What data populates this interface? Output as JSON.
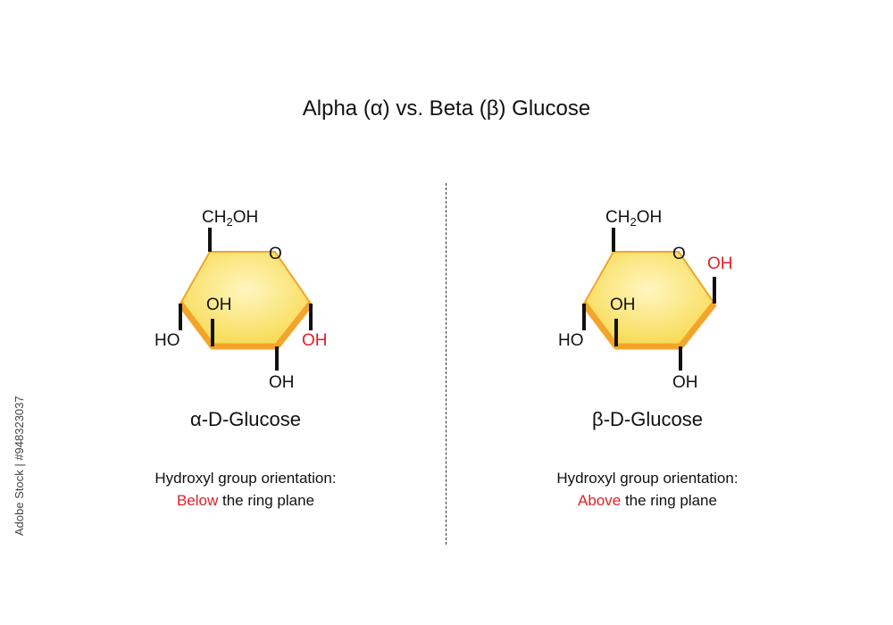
{
  "title": "Alpha (α) vs. Beta (β) Glucose",
  "colors": {
    "ring_fill": "#fde87a",
    "ring_edge": "#f2a52a",
    "highlight": "#e0202b"
  },
  "alpha": {
    "labels": {
      "ch2oh": "CH",
      "ch2oh_sub": "2",
      "ch2oh_tail": "OH",
      "o": "O",
      "oh_inner": "OH",
      "ho_left": "HO",
      "oh_c1": "OH",
      "oh_bottom": "OH"
    },
    "name": "α-D-Glucose",
    "orientation_line1": "Hydroxyl group orientation:",
    "orientation_word": "Below",
    "orientation_rest": " the ring plane"
  },
  "beta": {
    "labels": {
      "ch2oh": "CH",
      "ch2oh_sub": "2",
      "ch2oh_tail": "OH",
      "o": "O",
      "oh_c1": "OH",
      "oh_inner": "OH",
      "ho_left": "HO",
      "oh_bottom": "OH"
    },
    "name": "β-D-Glucose",
    "orientation_line1": "Hydroxyl group orientation:",
    "orientation_word": "Above",
    "orientation_rest": " the ring plane"
  },
  "watermark": "Adobe Stock | #948323037"
}
